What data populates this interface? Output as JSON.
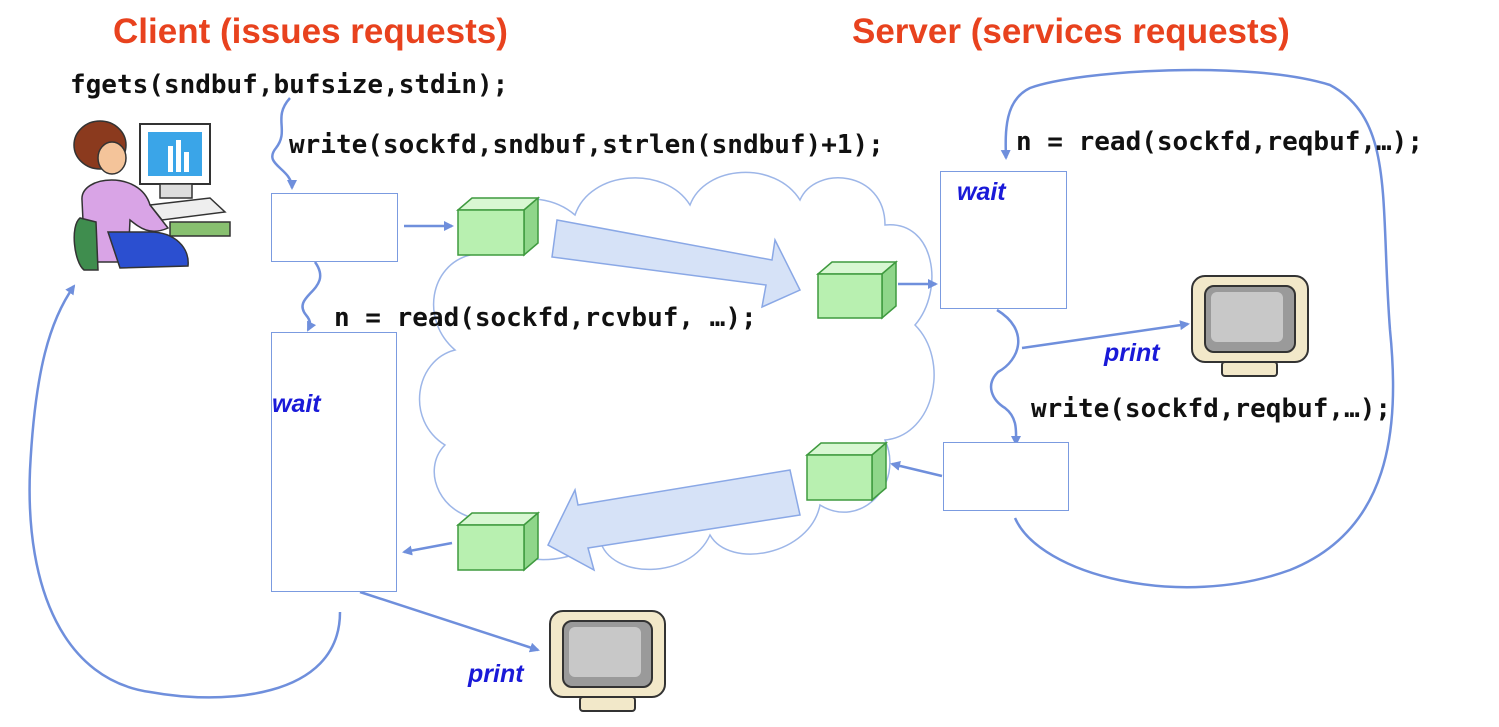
{
  "titles": {
    "client": "Client (issues requests)",
    "server": "Server (services requests)"
  },
  "client": {
    "fgets_call": "fgets(sndbuf,bufsize,stdin);",
    "write_call": "write(sockfd,sndbuf,strlen(sndbuf)+1);",
    "read_call": "n = read(sockfd,rcvbuf, …);",
    "wait_label": "wait",
    "print_label": "print"
  },
  "server": {
    "read_call": "n = read(sockfd,reqbuf,…);",
    "write_call": "write(sockfd,reqbuf,…);",
    "wait_label": "wait",
    "print_label": "print"
  },
  "colors": {
    "title": "#e8421e",
    "annotation": "#1a1ad8",
    "arrow": "#6f8fdc",
    "packet": "#b8f0b0",
    "cloud": "#9db6e8"
  }
}
